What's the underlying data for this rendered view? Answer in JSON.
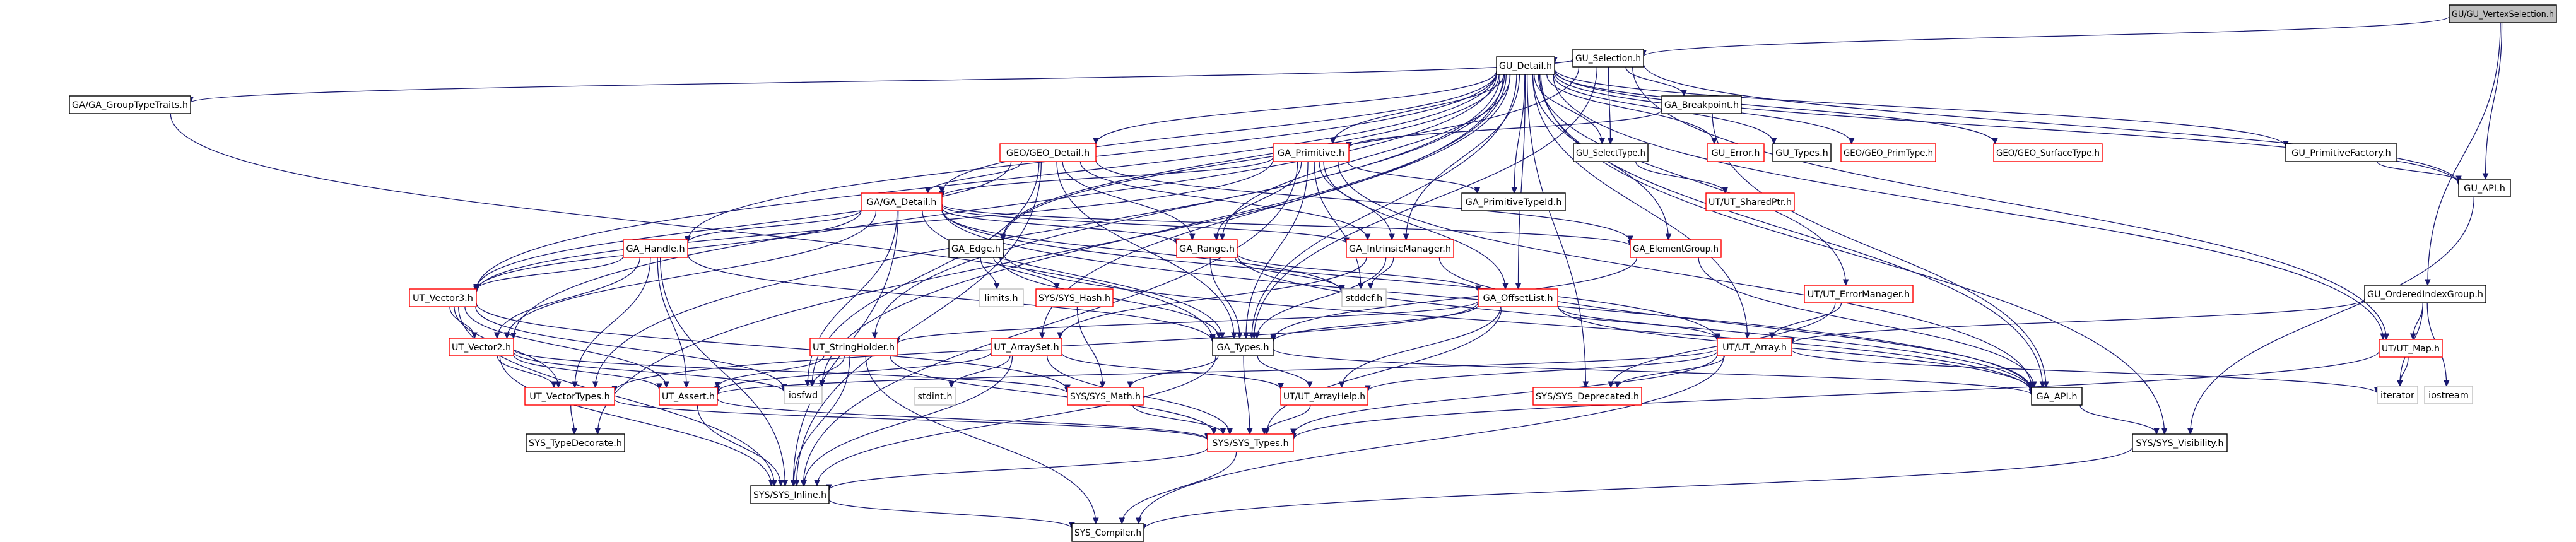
{
  "graph": {
    "colors": {
      "root_fill": "#bfbfbf",
      "node_fill": "#ffffff",
      "node_border_internal": "#000000",
      "node_border_red": "#ff0000",
      "node_border_external": "#bfbfbf",
      "text_black": "#000000",
      "text_red": "#ff0000",
      "edge": "#191970",
      "edge_gray": "#bfbfbf"
    },
    "nodes": [
      {
        "id": "root",
        "label": "GU/GU_VertexSelection.h",
        "kind": "root"
      },
      {
        "id": "gu_sel",
        "label": "GU_Selection.h",
        "kind": "internal"
      },
      {
        "id": "gu_detail",
        "label": "GU_Detail.h",
        "kind": "internal"
      },
      {
        "id": "ga_grouptraits",
        "label": "GA/GA_GroupTypeTraits.h",
        "kind": "internal"
      },
      {
        "id": "ga_breakpoint",
        "label": "GA_Breakpoint.h",
        "kind": "internal"
      },
      {
        "id": "geo_detail",
        "label": "GEO/GEO_Detail.h",
        "kind": "red"
      },
      {
        "id": "ga_primitive",
        "label": "GA_Primitive.h",
        "kind": "red"
      },
      {
        "id": "gu_selecttype",
        "label": "GU_SelectType.h",
        "kind": "internal"
      },
      {
        "id": "gu_error",
        "label": "GU_Error.h",
        "kind": "red"
      },
      {
        "id": "gu_types",
        "label": "GU_Types.h",
        "kind": "internal"
      },
      {
        "id": "geo_primtype",
        "label": "GEO/GEO_PrimType.h",
        "kind": "red"
      },
      {
        "id": "geo_surfacetype",
        "label": "GEO/GEO_SurfaceType.h",
        "kind": "red"
      },
      {
        "id": "gu_primfactory",
        "label": "GU_PrimitiveFactory.h",
        "kind": "internal"
      },
      {
        "id": "gu_api",
        "label": "GU_API.h",
        "kind": "internal"
      },
      {
        "id": "gu_orderedindexgroup",
        "label": "GU_OrderedIndexGroup.h",
        "kind": "internal"
      },
      {
        "id": "ga_detail",
        "label": "GA/GA_Detail.h",
        "kind": "red"
      },
      {
        "id": "ga_primtypeid",
        "label": "GA_PrimitiveTypeId.h",
        "kind": "internal"
      },
      {
        "id": "ut_sharedptr",
        "label": "UT/UT_SharedPtr.h",
        "kind": "red"
      },
      {
        "id": "ga_edge",
        "label": "GA_Edge.h",
        "kind": "internal"
      },
      {
        "id": "ga_range",
        "label": "GA_Range.h",
        "kind": "red"
      },
      {
        "id": "ga_intrinsic",
        "label": "GA_IntrinsicManager.h",
        "kind": "red"
      },
      {
        "id": "ga_elementgroup",
        "label": "GA_ElementGroup.h",
        "kind": "red"
      },
      {
        "id": "ga_handle",
        "label": "GA_Handle.h",
        "kind": "red"
      },
      {
        "id": "limits",
        "label": "limits.h",
        "kind": "external"
      },
      {
        "id": "sys_hash",
        "label": "SYS/SYS_Hash.h",
        "kind": "red"
      },
      {
        "id": "stddef",
        "label": "stddef.h",
        "kind": "external"
      },
      {
        "id": "ga_offsetlist",
        "label": "GA_OffsetList.h",
        "kind": "red"
      },
      {
        "id": "ut_errormanager",
        "label": "UT/UT_ErrorManager.h",
        "kind": "red"
      },
      {
        "id": "ut_map",
        "label": "UT/UT_Map.h",
        "kind": "red"
      },
      {
        "id": "ut_vector3",
        "label": "UT_Vector3.h",
        "kind": "red"
      },
      {
        "id": "ut_vector2",
        "label": "UT_Vector2.h",
        "kind": "red"
      },
      {
        "id": "ut_stringholder",
        "label": "UT_StringHolder.h",
        "kind": "red"
      },
      {
        "id": "ut_arrayset",
        "label": "UT_ArraySet.h",
        "kind": "red"
      },
      {
        "id": "ga_types",
        "label": "GA_Types.h",
        "kind": "internal"
      },
      {
        "id": "ut_array",
        "label": "UT/UT_Array.h",
        "kind": "red"
      },
      {
        "id": "iostream",
        "label": "iostream",
        "kind": "external"
      },
      {
        "id": "iterator",
        "label": "iterator",
        "kind": "external"
      },
      {
        "id": "iosfwd",
        "label": "iosfwd",
        "kind": "external"
      },
      {
        "id": "ut_vectortypes",
        "label": "UT_VectorTypes.h",
        "kind": "red"
      },
      {
        "id": "ut_assert",
        "label": "UT_Assert.h",
        "kind": "red"
      },
      {
        "id": "sys_math",
        "label": "SYS/SYS_Math.h",
        "kind": "red"
      },
      {
        "id": "stdint",
        "label": "stdint.h",
        "kind": "external"
      },
      {
        "id": "ut_arrayhelp",
        "label": "UT/UT_ArrayHelp.h",
        "kind": "red"
      },
      {
        "id": "sys_deprecated",
        "label": "SYS/SYS_Deprecated.h",
        "kind": "red"
      },
      {
        "id": "ga_api",
        "label": "GA_API.h",
        "kind": "internal"
      },
      {
        "id": "sys_typedecorate",
        "label": "SYS_TypeDecorate.h",
        "kind": "internal"
      },
      {
        "id": "sys_types",
        "label": "SYS/SYS_Types.h",
        "kind": "red"
      },
      {
        "id": "sys_visibility",
        "label": "SYS/SYS_Visibility.h",
        "kind": "internal"
      },
      {
        "id": "sys_inline",
        "label": "SYS/SYS_Inline.h",
        "kind": "internal"
      },
      {
        "id": "sys_compiler",
        "label": "SYS_Compiler.h",
        "kind": "internal"
      }
    ],
    "edges": [
      [
        "root",
        "gu_sel"
      ],
      [
        "root",
        "gu_api"
      ],
      [
        "root",
        "gu_orderedindexgroup"
      ],
      [
        "gu_sel",
        "gu_detail"
      ],
      [
        "gu_sel",
        "ga_grouptraits"
      ],
      [
        "gu_sel",
        "ga_breakpoint"
      ],
      [
        "gu_sel",
        "gu_selecttype"
      ],
      [
        "gu_sel",
        "gu_api"
      ],
      [
        "gu_sel",
        "ut_map"
      ],
      [
        "gu_sel",
        "ga_types"
      ],
      [
        "gu_sel",
        "ga_edge"
      ],
      [
        "ga_grouptraits",
        "ga_types"
      ],
      [
        "ga_breakpoint",
        "ga_primitive"
      ],
      [
        "ga_breakpoint",
        "ga_api"
      ],
      [
        "gu_detail",
        "geo_detail"
      ],
      [
        "gu_detail",
        "ga_primitive"
      ],
      [
        "gu_detail",
        "gu_selecttype"
      ],
      [
        "gu_detail",
        "gu_error"
      ],
      [
        "gu_detail",
        "gu_types"
      ],
      [
        "gu_detail",
        "geo_primtype"
      ],
      [
        "gu_detail",
        "geo_surfacetype"
      ],
      [
        "gu_detail",
        "gu_primfactory"
      ],
      [
        "gu_detail",
        "gu_api"
      ],
      [
        "gu_detail",
        "ga_detail"
      ],
      [
        "gu_detail",
        "ga_primtypeid"
      ],
      [
        "gu_detail",
        "ga_edge"
      ],
      [
        "gu_detail",
        "ga_range"
      ],
      [
        "gu_detail",
        "ga_intrinsic"
      ],
      [
        "gu_detail",
        "ga_elementgroup"
      ],
      [
        "gu_detail",
        "ga_handle"
      ],
      [
        "gu_detail",
        "ga_offsetlist"
      ],
      [
        "gu_detail",
        "ut_errormanager"
      ],
      [
        "gu_detail",
        "ut_map"
      ],
      [
        "gu_detail",
        "ut_vector3"
      ],
      [
        "gu_detail",
        "ut_vector2"
      ],
      [
        "gu_detail",
        "ut_stringholder"
      ],
      [
        "gu_detail",
        "ut_arrayset"
      ],
      [
        "gu_detail",
        "ga_types"
      ],
      [
        "gu_detail",
        "ut_array"
      ],
      [
        "gu_detail",
        "iosfwd"
      ],
      [
        "gu_detail",
        "ut_vectortypes"
      ],
      [
        "gu_detail",
        "sys_deprecated"
      ],
      [
        "gu_detail",
        "ga_api"
      ],
      [
        "gu_detail",
        "sys_typedecorate"
      ],
      [
        "gu_detail",
        "sys_visibility"
      ],
      [
        "gu_selecttype",
        "ut_sharedptr"
      ],
      [
        "gu_primfactory",
        "gu_api"
      ],
      [
        "gu_api",
        "sys_visibility"
      ],
      [
        "gu_orderedindexgroup",
        "ut_map"
      ],
      [
        "gu_orderedindexgroup",
        "iostream"
      ],
      [
        "gu_orderedindexgroup",
        "iterator"
      ],
      [
        "gu_orderedindexgroup",
        "ut_array"
      ],
      [
        "geo_detail",
        "ga_detail"
      ],
      [
        "geo_detail",
        "ga_intrinsic"
      ],
      [
        "geo_detail",
        "ga_range"
      ],
      [
        "geo_detail",
        "ga_types"
      ],
      [
        "geo_detail",
        "ut_vector3"
      ],
      [
        "geo_detail",
        "iosfwd"
      ],
      [
        "geo_detail",
        "sys_inline"
      ],
      [
        "geo_detail",
        "ga_elementgroup"
      ],
      [
        "ga_primitive",
        "ga_detail"
      ],
      [
        "ga_primitive",
        "ga_primtypeid"
      ],
      [
        "ga_primitive",
        "ga_range"
      ],
      [
        "ga_primitive",
        "ga_intrinsic"
      ],
      [
        "ga_primitive",
        "ga_offsetlist"
      ],
      [
        "ga_primitive",
        "ga_types"
      ],
      [
        "ga_primitive",
        "ga_api"
      ],
      [
        "ga_primitive",
        "stddef"
      ],
      [
        "ga_primitive",
        "sys_inline"
      ],
      [
        "ga_primitive",
        "ut_vector3"
      ],
      [
        "ga_detail",
        "ga_handle"
      ],
      [
        "ga_detail",
        "ga_range"
      ],
      [
        "ga_detail",
        "ga_intrinsic"
      ],
      [
        "ga_detail",
        "ga_elementgroup"
      ],
      [
        "ga_detail",
        "ga_types"
      ],
      [
        "ga_detail",
        "ga_api"
      ],
      [
        "ga_detail",
        "ut_vector3"
      ],
      [
        "ga_detail",
        "ut_vector2"
      ],
      [
        "ga_detail",
        "iosfwd"
      ],
      [
        "ga_detail",
        "sys_inline"
      ],
      [
        "ga_detail",
        "stddef"
      ],
      [
        "ga_detail",
        "ut_array"
      ],
      [
        "ga_edge",
        "limits"
      ],
      [
        "ga_edge",
        "sys_hash"
      ],
      [
        "ga_edge",
        "ga_types"
      ],
      [
        "ga_edge",
        "ga_api"
      ],
      [
        "ga_range",
        "ga_types"
      ],
      [
        "ga_range",
        "ga_api"
      ],
      [
        "ga_range",
        "stddef"
      ],
      [
        "ga_range",
        "ga_offsetlist"
      ],
      [
        "ga_intrinsic",
        "ga_types"
      ],
      [
        "ga_intrinsic",
        "ga_api"
      ],
      [
        "ga_intrinsic",
        "stddef"
      ],
      [
        "ga_intrinsic",
        "ut_arrayset"
      ],
      [
        "ga_elementgroup",
        "ga_types"
      ],
      [
        "ga_elementgroup",
        "ga_api"
      ],
      [
        "ga_handle",
        "ga_types"
      ],
      [
        "ga_handle",
        "ut_vector3"
      ],
      [
        "ga_handle",
        "ut_vector2"
      ],
      [
        "ga_handle",
        "ut_assert"
      ],
      [
        "ga_handle",
        "sys_inline"
      ],
      [
        "ga_handle",
        "ut_vectortypes"
      ],
      [
        "sys_hash",
        "sys_math"
      ],
      [
        "ga_offsetlist",
        "ga_types"
      ],
      [
        "ga_offsetlist",
        "ut_array"
      ],
      [
        "ga_offsetlist",
        "ut_arrayhelp"
      ],
      [
        "ga_offsetlist",
        "sys_types"
      ],
      [
        "ga_offsetlist",
        "ga_api"
      ],
      [
        "ga_offsetlist",
        "ut_vectortypes"
      ],
      [
        "ga_offsetlist",
        "ut_stringholder"
      ],
      [
        "ut_errormanager",
        "ut_array"
      ],
      [
        "ut_errormanager",
        "sys_deprecated"
      ],
      [
        "ut_map",
        "sys_types"
      ],
      [
        "ut_map",
        "iterator"
      ],
      [
        "ut_vector3",
        "ut_vector2"
      ],
      [
        "ut_vector3",
        "ut_vectortypes"
      ],
      [
        "ut_vector3",
        "ut_assert"
      ],
      [
        "ut_vector3",
        "sys_math"
      ],
      [
        "ut_vector3",
        "iosfwd"
      ],
      [
        "ut_vector3",
        "sys_inline"
      ],
      [
        "ut_vector2",
        "ut_vectortypes"
      ],
      [
        "ut_vector2",
        "ut_assert"
      ],
      [
        "ut_vector2",
        "sys_math"
      ],
      [
        "ut_vector2",
        "iosfwd"
      ],
      [
        "ut_vector2",
        "sys_inline"
      ],
      [
        "ut_stringholder",
        "ut_assert"
      ],
      [
        "ut_stringholder",
        "sys_types"
      ],
      [
        "ut_stringholder",
        "iosfwd"
      ],
      [
        "ut_stringholder",
        "sys_inline"
      ],
      [
        "ut_stringholder",
        "sys_compiler"
      ],
      [
        "ut_arrayset",
        "ut_assert"
      ],
      [
        "ut_arrayset",
        "ut_arrayhelp"
      ],
      [
        "ut_arrayset",
        "stdint"
      ],
      [
        "ut_arrayset",
        "sys_types"
      ],
      [
        "ut_arrayset",
        "sys_inline"
      ],
      [
        "ga_types",
        "ga_api"
      ],
      [
        "ga_types",
        "sys_types"
      ],
      [
        "ga_types",
        "sys_math"
      ],
      [
        "ga_types",
        "ut_arrayhelp"
      ],
      [
        "ga_types",
        "sys_inline"
      ],
      [
        "ut_array",
        "ut_arrayhelp"
      ],
      [
        "ut_array",
        "sys_deprecated"
      ],
      [
        "ut_array",
        "iterator"
      ],
      [
        "ut_array",
        "sys_types"
      ],
      [
        "ut_array",
        "sys_compiler"
      ],
      [
        "ut_array",
        "ut_assert"
      ],
      [
        "ut_vectortypes",
        "sys_typedecorate"
      ],
      [
        "ut_vectortypes",
        "sys_types"
      ],
      [
        "ut_assert",
        "sys_types"
      ],
      [
        "ut_assert",
        "sys_inline"
      ],
      [
        "sys_math",
        "sys_types"
      ],
      [
        "ut_arrayhelp",
        "sys_types"
      ],
      [
        "ga_api",
        "sys_visibility"
      ],
      [
        "sys_types",
        "sys_inline"
      ],
      [
        "sys_types",
        "sys_compiler"
      ],
      [
        "sys_visibility",
        "sys_compiler"
      ],
      [
        "sys_inline",
        "sys_compiler"
      ]
    ]
  }
}
